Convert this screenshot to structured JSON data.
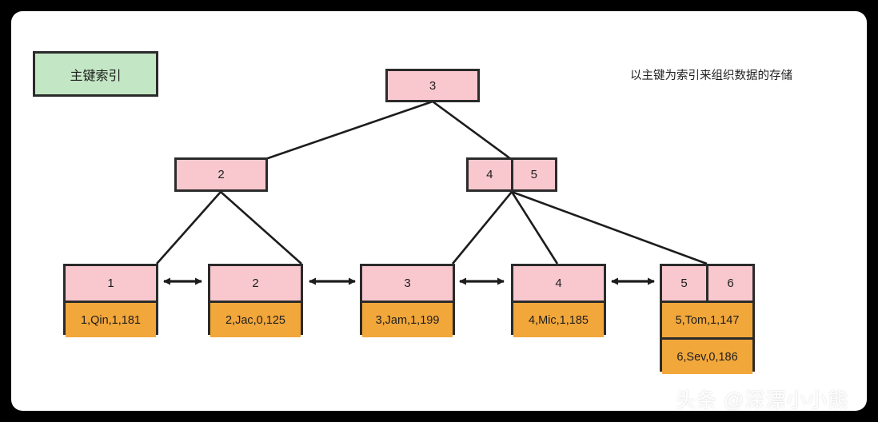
{
  "legend": {
    "label": "主键索引"
  },
  "annotation": {
    "text": "以主键为索引来组织数据的存储"
  },
  "colors": {
    "index_node": "#f8c8ce",
    "data_row": "#f2a73b",
    "legend": "#c3e6c4",
    "border": "#2b2b2b",
    "canvas": "#ffffff",
    "frame": "#000000"
  },
  "tree": {
    "root": {
      "cells": [
        "3"
      ]
    },
    "internal": [
      {
        "cells": [
          "2"
        ]
      },
      {
        "cells": [
          "4",
          "5"
        ]
      }
    ],
    "leaves": [
      {
        "keys": [
          "1"
        ],
        "rows": [
          "1,Qin,1,181"
        ]
      },
      {
        "keys": [
          "2"
        ],
        "rows": [
          "2,Jac,0,125"
        ]
      },
      {
        "keys": [
          "3"
        ],
        "rows": [
          "3,Jam,1,199"
        ]
      },
      {
        "keys": [
          "4"
        ],
        "rows": [
          "4,Mic,1,185"
        ]
      },
      {
        "keys": [
          "5",
          "6"
        ],
        "rows": [
          "5,Tom,1,147",
          "6,Sev,0,186"
        ]
      }
    ]
  },
  "watermark": {
    "text": "头条 @深漂小小熊"
  }
}
